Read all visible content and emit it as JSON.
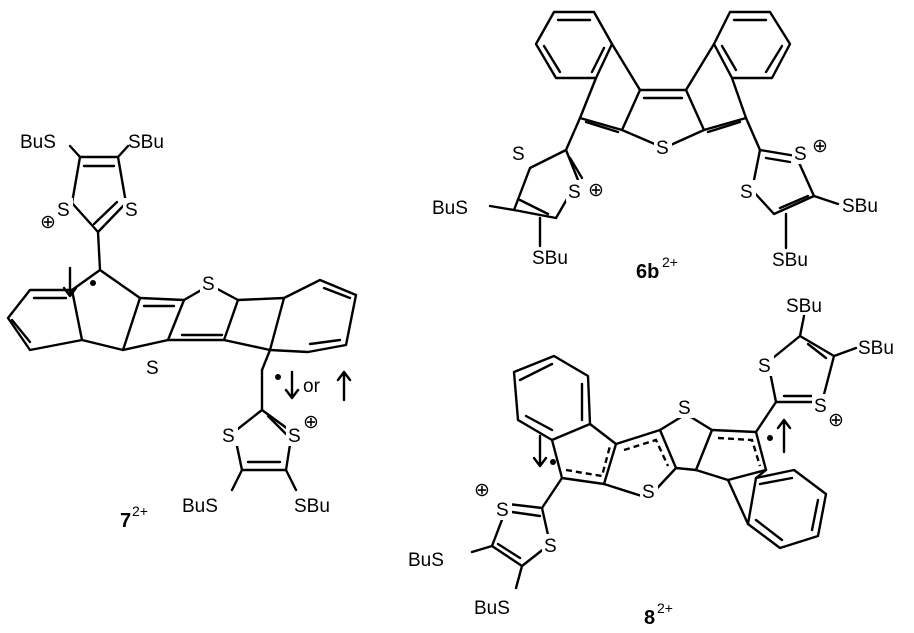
{
  "atoms": {
    "sulfur": "S",
    "butylthio_left": "BuS",
    "butylthio_right": "SBu",
    "plus": "⊕",
    "or_text": "or"
  },
  "compounds": {
    "left": {
      "label": "7",
      "charge": "2+"
    },
    "top": {
      "label": "6b",
      "charge": "2+"
    },
    "bottom": {
      "label": "8",
      "charge": "2+"
    }
  }
}
